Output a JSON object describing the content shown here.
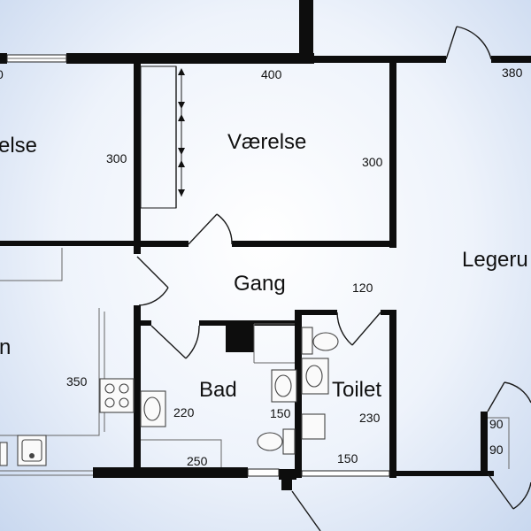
{
  "rooms": {
    "vaerelse_left": "else",
    "vaerelse": "Værelse",
    "gang": "Gang",
    "legerum": "Legeru",
    "kitchen": "n",
    "bad": "Bad",
    "toilet": "Toilet"
  },
  "dimensions": {
    "top_left_edge": "0",
    "vaerelse_width": "400",
    "legerum_top": "380",
    "vaerelse_left_height": "300",
    "vaerelse_height": "300",
    "gang_width": "120",
    "kitchen_length": "350",
    "bad_height": "220",
    "bad_width": "250",
    "toilet_height": "230",
    "bad_fixture": "150",
    "toilet_width": "150",
    "door_a": "90",
    "door_b": "90"
  }
}
